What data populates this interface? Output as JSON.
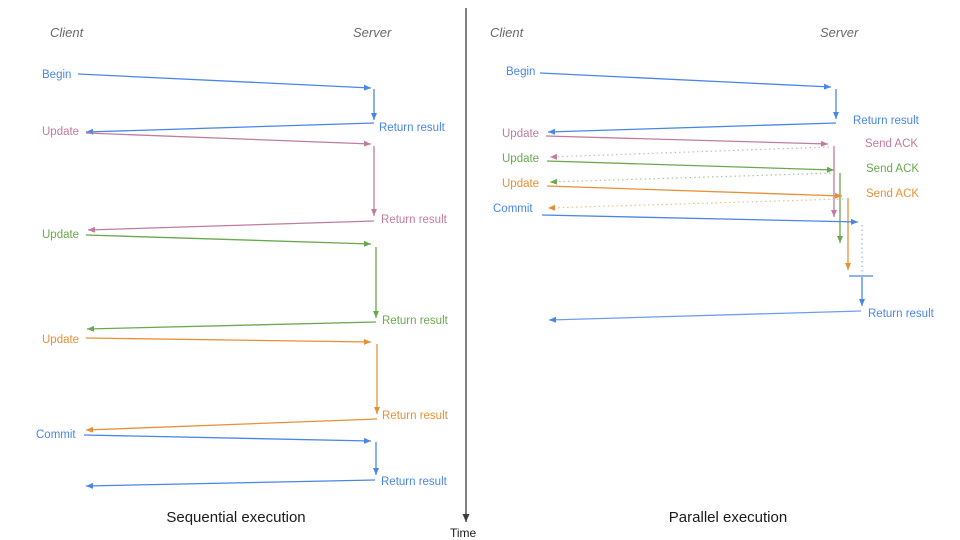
{
  "figure": {
    "kind": "sequence-diagram-comparison",
    "time_axis_label": "Time",
    "colors": {
      "blue": "#4a86e8",
      "pink": "#c27ba0",
      "green": "#6aa84f",
      "orange": "#e69138",
      "header_gray": "#696969",
      "axis_dark": "#3d3d3d"
    },
    "left": {
      "title": "Sequential execution",
      "client_label": "Client",
      "server_label": "Server",
      "messages": [
        {
          "request": "Begin",
          "response": "Return result",
          "color": "#4a86e8"
        },
        {
          "request": "Update",
          "response": "Return result",
          "color": "#c27ba0"
        },
        {
          "request": "Update",
          "response": "Return result",
          "color": "#6aa84f"
        },
        {
          "request": "Update",
          "response": "Return result",
          "color": "#e69138"
        },
        {
          "request": "Commit",
          "response": "Return result",
          "color": "#4a86e8"
        }
      ]
    },
    "right": {
      "title": "Parallel execution",
      "client_label": "Client",
      "server_label": "Server",
      "messages": [
        {
          "request": "Begin",
          "response": "Return result",
          "color": "#4a86e8"
        },
        {
          "request": "Update",
          "ack": "Send ACK",
          "color": "#c27ba0"
        },
        {
          "request": "Update",
          "ack": "Send ACK",
          "color": "#6aa84f"
        },
        {
          "request": "Update",
          "ack": "Send ACK",
          "color": "#e69138"
        },
        {
          "request": "Commit",
          "response": "Return result",
          "color": "#4a86e8"
        }
      ]
    }
  }
}
